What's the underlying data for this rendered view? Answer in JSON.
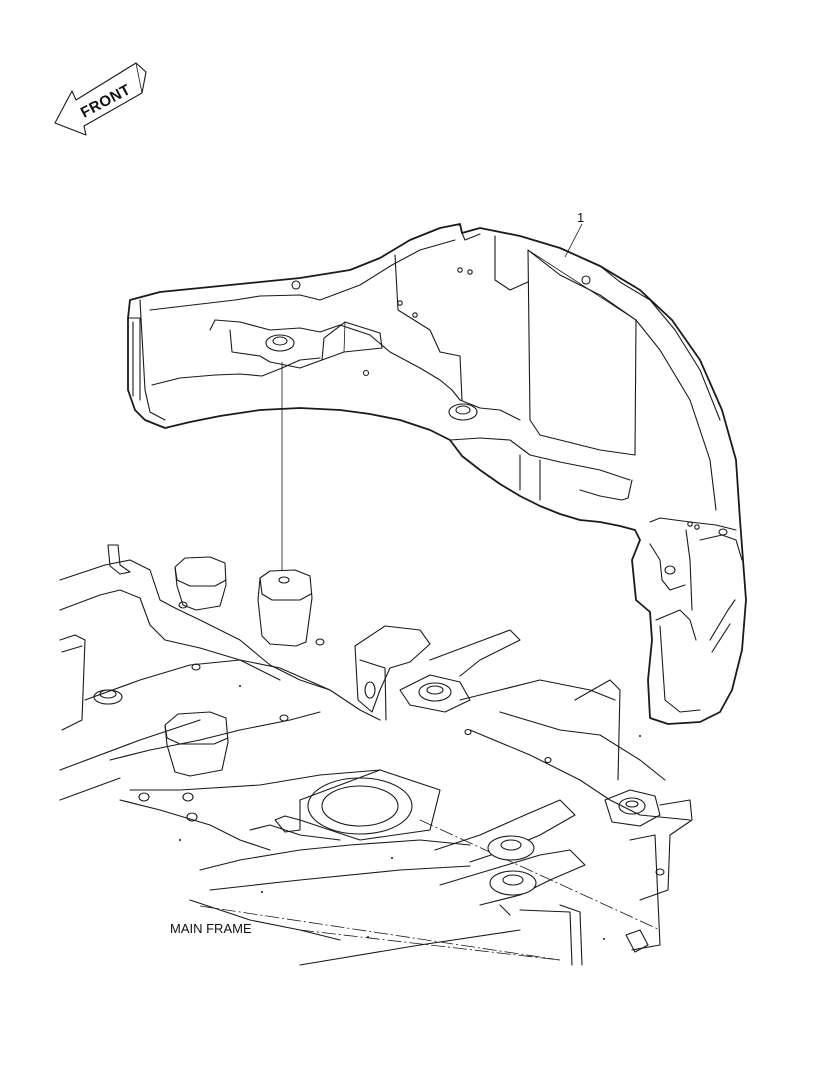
{
  "direction_arrow": {
    "label": "FRONT"
  },
  "callouts": [
    {
      "number": "1"
    }
  ],
  "labels": {
    "main_frame": "MAIN FRAME"
  },
  "colors": {
    "line": "#1a1a1a",
    "background": "#ffffff"
  }
}
